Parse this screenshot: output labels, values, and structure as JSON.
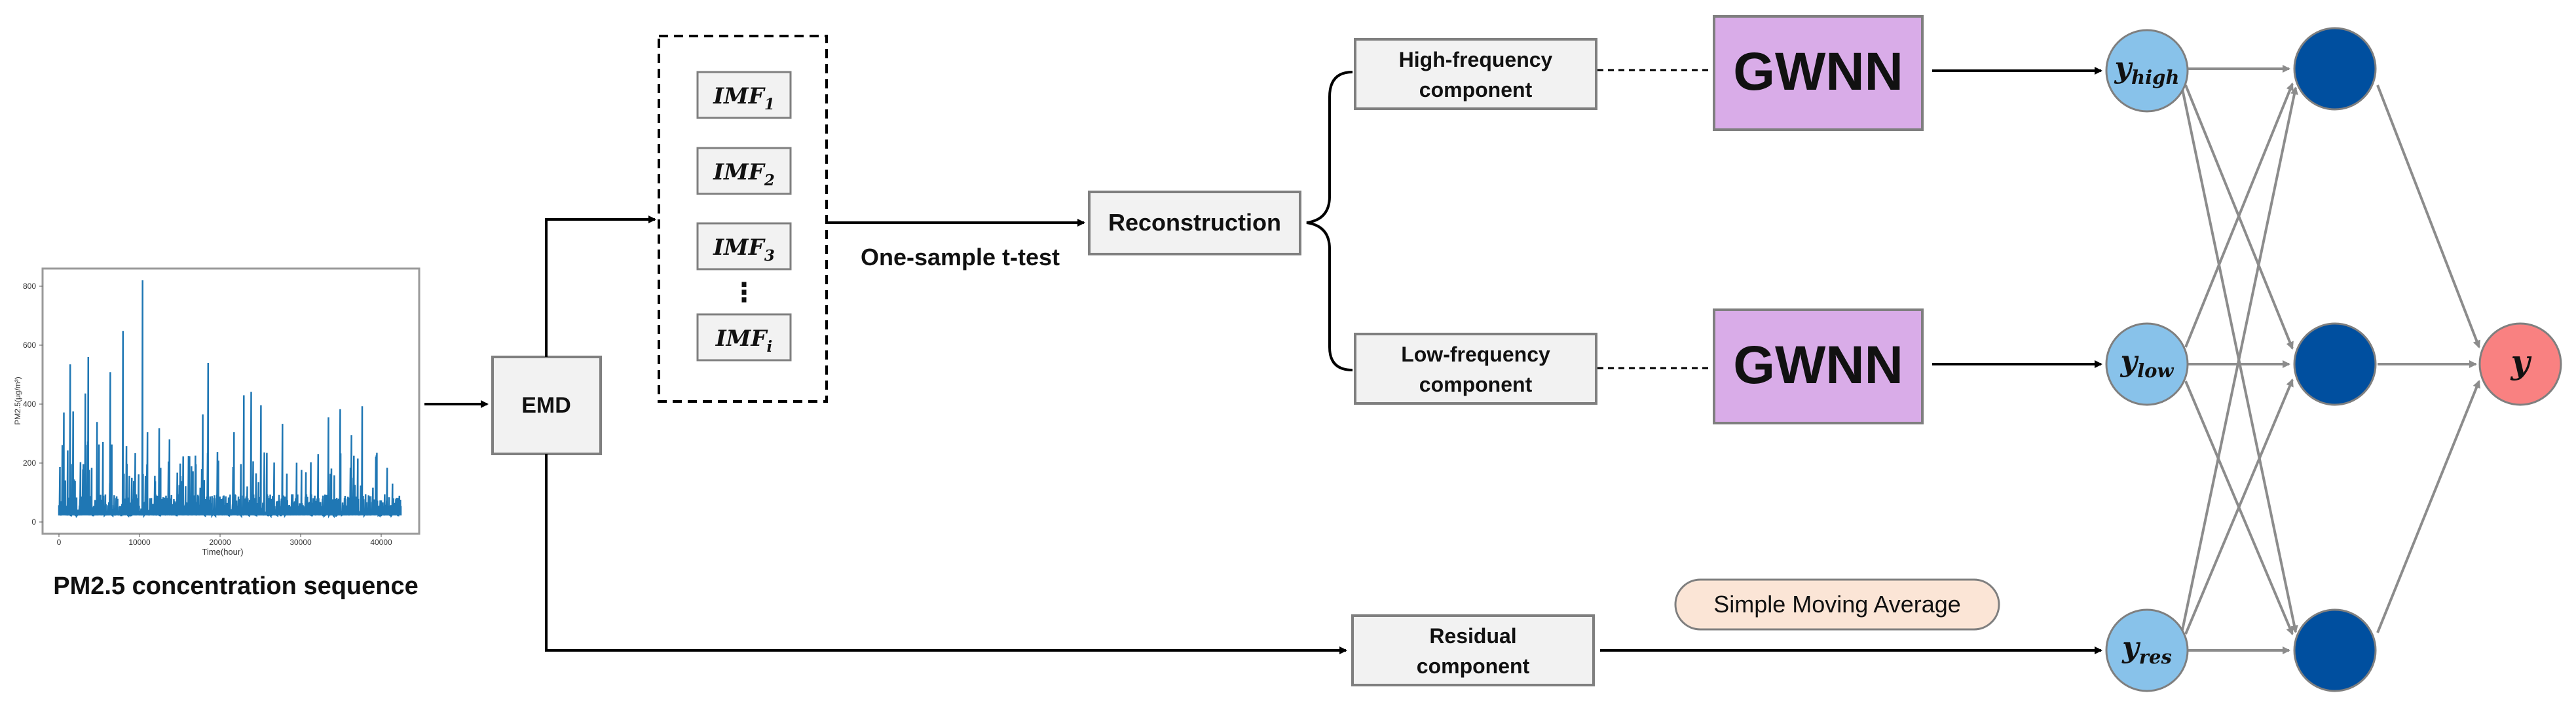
{
  "colors": {
    "gwnn_fill": "#d9ace8",
    "input_node_fill": "#88c2ea",
    "hidden_node_fill": "#004f9f",
    "output_node_fill": "#f98181",
    "sma_fill": "#fbe5d6",
    "series_color": "#1f77b4"
  },
  "input": {
    "caption": "PM2.5 concentration sequence",
    "ylabel": "PM2.5(μg/m³)",
    "xlabel": "Time(hour)",
    "yticks": [
      "0",
      "200",
      "400",
      "600",
      "800"
    ],
    "xticks": [
      "0",
      "10000",
      "20000",
      "30000",
      "40000"
    ]
  },
  "emd": {
    "label": "EMD"
  },
  "imfs": [
    {
      "base": "IMF",
      "sub": "1"
    },
    {
      "base": "IMF",
      "sub": "2"
    },
    {
      "base": "IMF",
      "sub": "3"
    },
    {
      "base": "IMF",
      "sub": "i"
    }
  ],
  "ellipsis": "⋮",
  "ttest_label": "One-sample t-test",
  "reconstruction": {
    "label": "Reconstruction"
  },
  "high": {
    "line1": "High-frequency",
    "line2": "component"
  },
  "low": {
    "line1": "Low-frequency",
    "line2": "component"
  },
  "residual": {
    "line1": "Residual",
    "line2": "component"
  },
  "gwnn_top": {
    "label": "GWNN"
  },
  "gwnn_bottom": {
    "label": "GWNN"
  },
  "sma": {
    "label": "Simple Moving Average"
  },
  "nodes": {
    "y_high": {
      "base": "y",
      "sub": "high"
    },
    "y_low": {
      "base": "y",
      "sub": "low"
    },
    "y_res": {
      "base": "y",
      "sub": "res"
    },
    "y_out": {
      "base": "y"
    }
  }
}
